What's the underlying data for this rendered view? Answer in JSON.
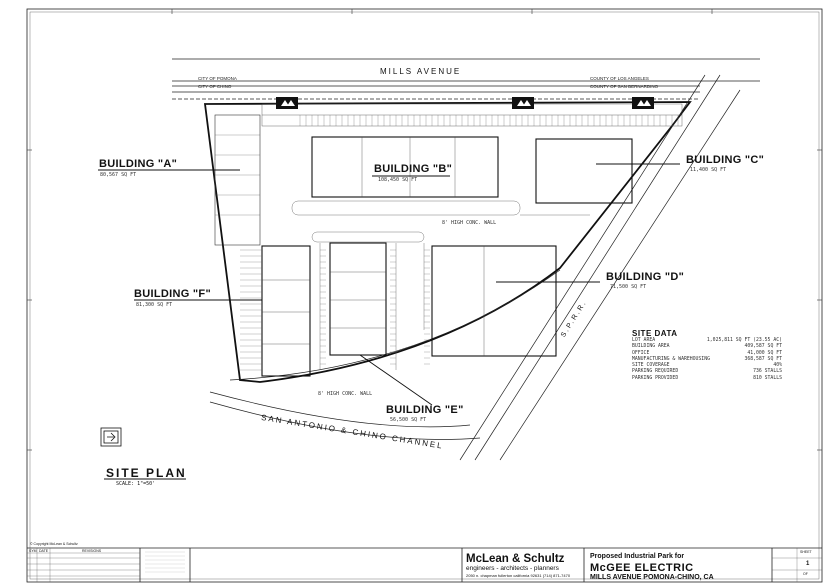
{
  "streets": {
    "north": "MILLS AVENUE",
    "south": "SAN ANTONIO & CHINO CHANNEL",
    "rail": "S.P.R.R."
  },
  "boundary_labels": {
    "city_pomona": "CITY OF POMONA",
    "city_chino": "CITY OF CHINO",
    "county_la": "COUNTY OF LOS ANGELES",
    "county_sb": "COUNTY OF SAN BERNARDINO"
  },
  "buildings": [
    {
      "label": "BUILDING \"A\"",
      "area": "80,567 SQ FT"
    },
    {
      "label": "BUILDING \"B\"",
      "area": "108,450 SQ FT"
    },
    {
      "label": "BUILDING \"C\"",
      "area": "11,400 SQ FT"
    },
    {
      "label": "BUILDING \"D\"",
      "area": "71,500 SQ FT"
    },
    {
      "label": "BUILDING \"E\"",
      "area": "56,500 SQ FT"
    },
    {
      "label": "BUILDING \"F\"",
      "area": "81,300 SQ FT"
    }
  ],
  "notes": {
    "block_wall_1": "8' HIGH CONC. WALL",
    "block_wall_2": "8' HIGH CONC. WALL"
  },
  "site_data": {
    "title": "SITE DATA",
    "rows": [
      {
        "k": "LOT AREA",
        "v": "1,025,811 SQ FT (23.55 AC)"
      },
      {
        "k": "BUILDING AREA",
        "v": "409,587 SQ FT"
      },
      {
        "k": "OFFICE",
        "v": "41,000 SQ FT"
      },
      {
        "k": "MANUFACTURING & WAREHOUSING",
        "v": "368,587 SQ FT"
      },
      {
        "k": "SITE COVERAGE",
        "v": "40%"
      },
      {
        "k": "PARKING REQUIRED",
        "v": "736 STALLS"
      },
      {
        "k": "PARKING PROVIDED",
        "v": "810 STALLS"
      }
    ]
  },
  "site_plan": {
    "title": "SITE PLAN",
    "scale": "SCALE: 1\"=50'"
  },
  "title_block": {
    "sym": "SYM",
    "date": "DATE",
    "revisions": "REVISIONS",
    "firm_name": "McLean & Schultz",
    "firm_sub": "engineers - architects - planners",
    "firm_addr": "2050 n. chapman  fullerton california 92631  (714) 871-7470",
    "proj_line1": "Proposed Industrial  Park for",
    "proj_line2": "McGEE  ELECTRIC",
    "proj_line3": "MILLS  AVENUE  POMONA-CHINO, CA",
    "sheet": "SHEET",
    "sheet_no": "1",
    "of": "OF",
    "copyright": "© Copyright McLean & Schultz"
  }
}
